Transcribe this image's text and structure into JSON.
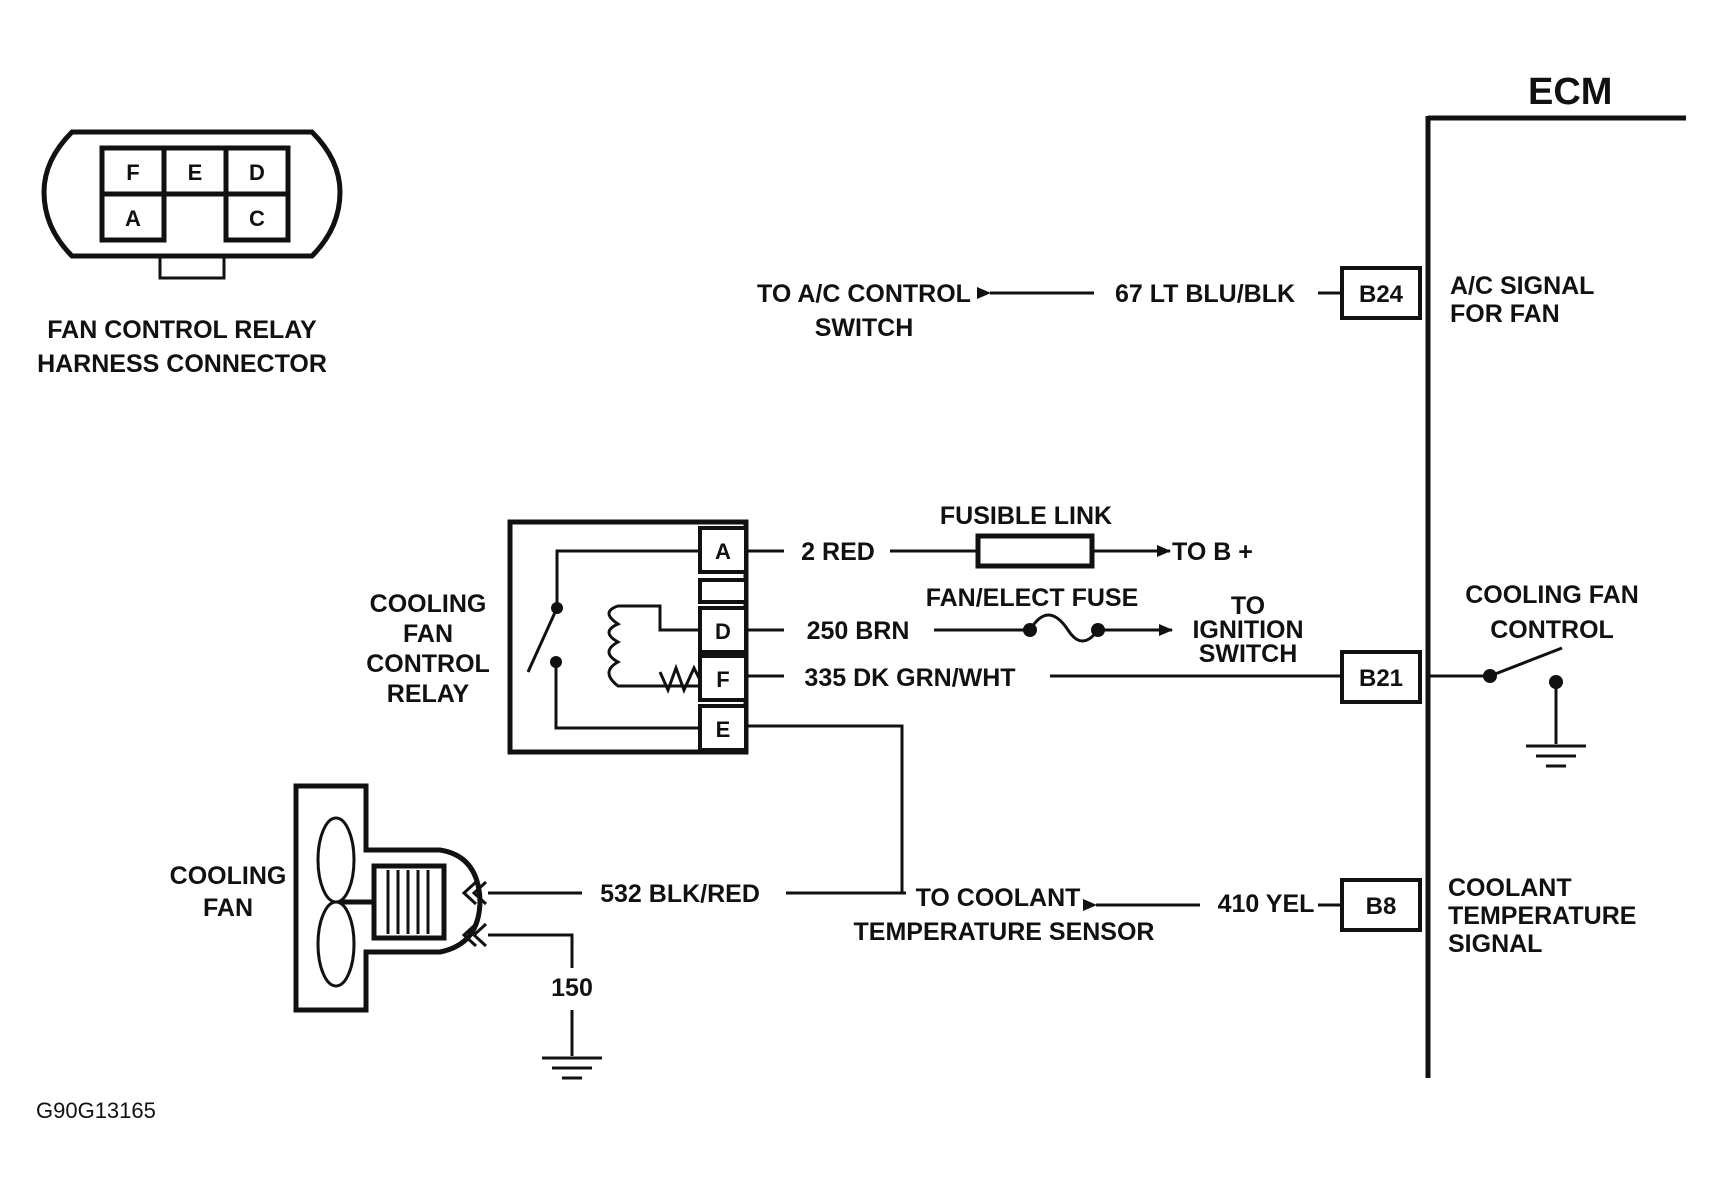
{
  "ecm": {
    "title": "ECM"
  },
  "harness_connector": {
    "pins": [
      "F",
      "E",
      "D",
      "A",
      "C"
    ],
    "label_line1": "FAN CONTROL RELAY",
    "label_line2": "HARNESS CONNECTOR"
  },
  "ac_circuit": {
    "dest_line1": "TO A/C CONTROL",
    "dest_line2": "SWITCH",
    "wire": "67 LT BLU/BLK",
    "pin": "B24",
    "signal_line1": "A/C SIGNAL",
    "signal_line2": "FOR FAN"
  },
  "relay": {
    "label": [
      "COOLING",
      "FAN",
      "CONTROL",
      "RELAY"
    ],
    "pins": [
      "A",
      "D",
      "F",
      "E"
    ]
  },
  "red_circuit": {
    "wire": "2 RED",
    "fusible_link": "FUSIBLE LINK",
    "dest": "TO B +"
  },
  "brn_circuit": {
    "wire": "250 BRN",
    "fuse": "FAN/ELECT FUSE",
    "dest_line1": "TO",
    "dest_line2": "IGNITION",
    "dest_line3": "SWITCH"
  },
  "control_circuit": {
    "wire": "335 DK GRN/WHT",
    "pin": "B21",
    "label_line1": "COOLING FAN",
    "label_line2": "CONTROL"
  },
  "fan": {
    "label_line1": "COOLING",
    "label_line2": "FAN",
    "wire": "532 BLK/RED",
    "ground": "150"
  },
  "coolant_circuit": {
    "dest_line1": "TO COOLANT",
    "dest_line2": "TEMPERATURE SENSOR",
    "wire": "410 YEL",
    "pin": "B8",
    "signal_line1": "COOLANT",
    "signal_line2": "TEMPERATURE",
    "signal_line3": "SIGNAL"
  },
  "figure_id": "G90G13165"
}
